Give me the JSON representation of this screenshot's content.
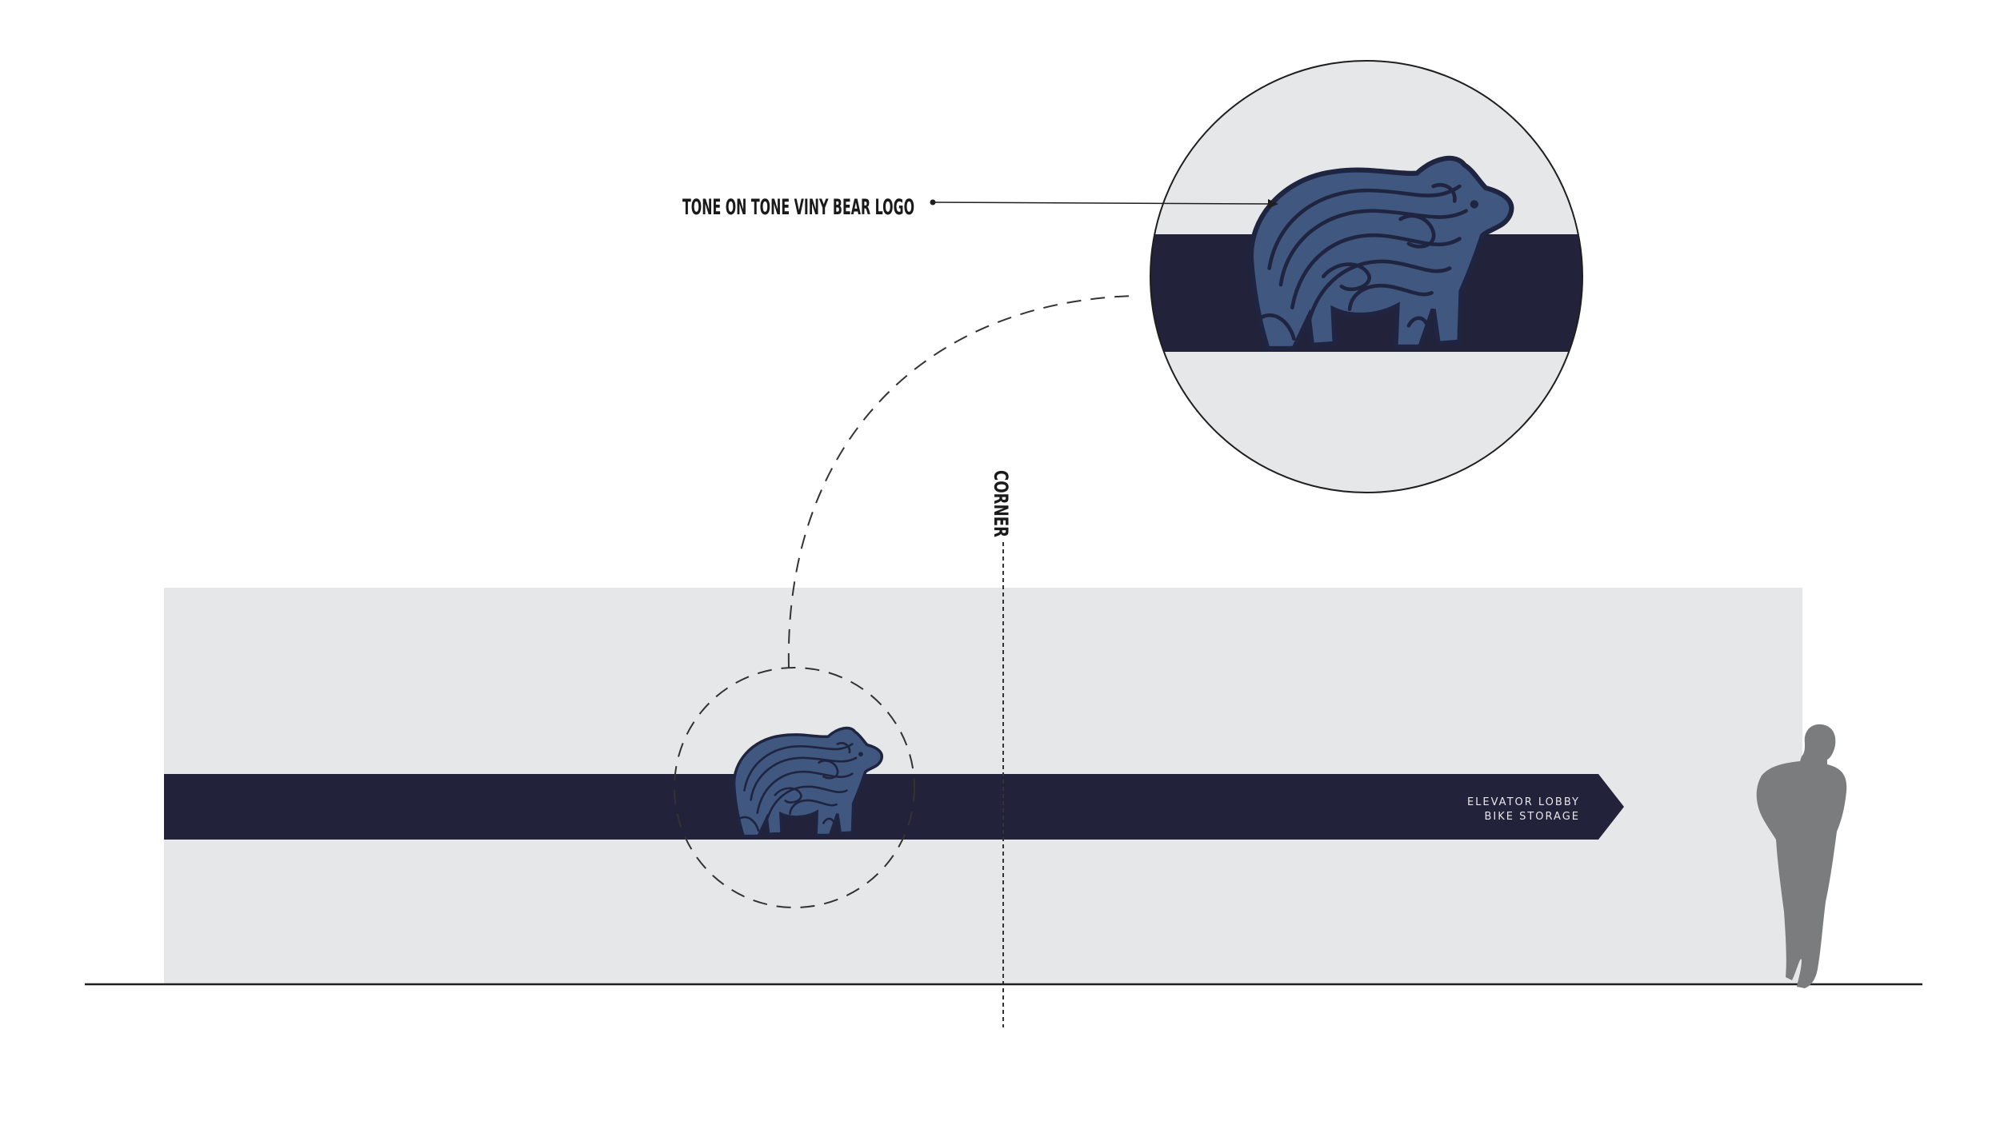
{
  "callout": {
    "label": "TONE ON TONE VINY BEAR LOGO"
  },
  "corner": {
    "label": "CORNER"
  },
  "wayfinding": {
    "line1": "ELEVATOR LOBBY",
    "line2": "BIKE STORAGE"
  },
  "colors": {
    "wall": "#e6e7e8",
    "band": "#22223a",
    "bear": "#40577f",
    "bear_lines": "#1f2440",
    "silhouette": "#7b7c7e",
    "line": "#1f1f1f"
  },
  "icons": {
    "bear_logo": "bear-logo-icon",
    "person": "person-silhouette-icon"
  }
}
